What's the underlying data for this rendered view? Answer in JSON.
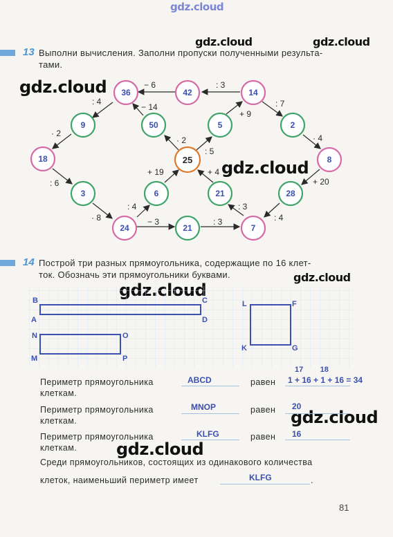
{
  "watermarks": {
    "top": "gdz.cloud",
    "items": [
      "gdz.cloud",
      "gdz.cloud",
      "gdz.cloud",
      "gdz.cloud",
      "gdz.cloud",
      "gdz.cloud",
      "gdz.cloud"
    ]
  },
  "task13": {
    "number": "13",
    "line1": "Выполни вычисления. Заполни пропуски полученными результа-",
    "line2": "тами.",
    "nodes": [
      "36",
      "42",
      "14",
      "9",
      "50",
      "5",
      "2",
      "18",
      "25",
      "8",
      "3",
      "6",
      "21",
      "28",
      "24",
      "21",
      "7"
    ],
    "ops": [
      ": 4",
      "− 6",
      ": 3",
      "· 2",
      "− 14",
      "+ 9",
      ": 7",
      "· 2",
      ": 5",
      "· 4",
      ": 6",
      "+ 19",
      "+ 4",
      "+ 20",
      ": 4",
      ": 3",
      "· 8",
      "− 3",
      ": 3",
      ": 4"
    ]
  },
  "task14": {
    "number": "14",
    "line1": "Построй три разных прямоугольника, содержащие по 16 клет-",
    "line2": "ток. Обозначь эти прямоугольники буквами.",
    "letters": [
      "B",
      "C",
      "A",
      "D",
      "N",
      "O",
      "M",
      "P",
      "L",
      "F",
      "K",
      "G"
    ],
    "rows": [
      {
        "label": "Периметр прямоугольника",
        "name": "ABCD",
        "equals": "равен",
        "expr": "1 + 16 + 1 + 16 = 34",
        "top": "17        18",
        "tail": "клеткам."
      },
      {
        "label": "Периметр прямоугольника",
        "name": "MNOP",
        "equals": "равен",
        "expr": "",
        "top": "20",
        "tail": "клеткам."
      },
      {
        "label": "Периметр прямоугольника",
        "name": "KLFG",
        "equals": "равен",
        "expr": "",
        "top": "16",
        "tail": "клеткам."
      }
    ],
    "final_line1": "Среди прямоугольников, состоящих из одинакового количества",
    "final_line2": "клеток, наименьший периметр имеет",
    "final_answer": "KLFG",
    "final_dot": "."
  },
  "page_number": "81",
  "colors": {
    "pink": "#d66aa6",
    "green": "#3fa36a",
    "orange": "#e07a2a",
    "blue_ink": "#3a4fb0",
    "accent": "#6fa9dc"
  }
}
